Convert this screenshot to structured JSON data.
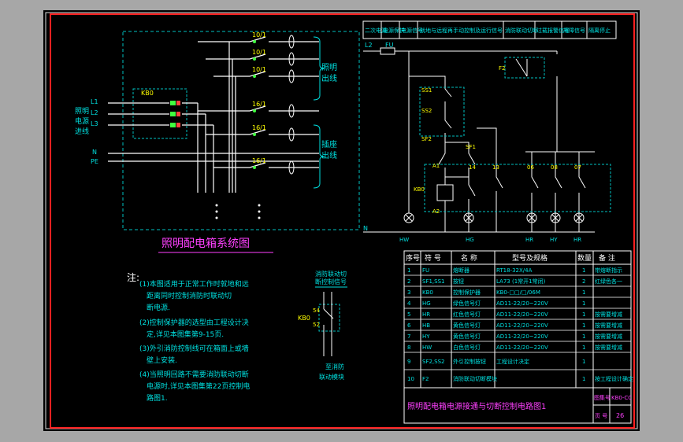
{
  "colors": {
    "background": "#a7a7a7",
    "sheet": "#000000",
    "frame": "#ff2020",
    "wire": "#ffffff",
    "text_cyan": "#00e0e0",
    "label_yellow": "#ffff00",
    "label_green": "#00ff40",
    "title_magenta": "#ff40ff",
    "lamp_green": "#40ff40"
  },
  "left_diagram": {
    "title": "照明配电箱系统图",
    "box_label": "KB0",
    "input_label": "照明电源进线",
    "phases": [
      "L1",
      "L2",
      "L3"
    ],
    "neutral": "N",
    "pe": "PE",
    "breakers": [
      "10/1",
      "10/1",
      "10/1",
      "16/1",
      "16/1",
      "16/1"
    ],
    "group_lighting": "照明出线",
    "group_socket": "插座出线"
  },
  "notes": {
    "heading": "注:",
    "items": [
      "(1)本图适用于正常工作时就地和远",
      "距离同时控制消防时联动切",
      "断电源.",
      "(2)控制保护器的选型由工程设计决",
      "定,详见本图集第9-15页.",
      "(3)外引消防控制线可在箱面上或墙",
      "壁上安装.",
      "(4)当照明回路不需要消防联动切断",
      "电源时,详见本图集第22页控制电",
      "路图1."
    ]
  },
  "fire_link": {
    "title": [
      "消防联动切",
      "断控制信号"
    ],
    "device": "KB0",
    "contacts": [
      "54",
      "52"
    ],
    "destination": [
      "至消防",
      "联动模块"
    ]
  },
  "control_circuit": {
    "header": [
      "二次电源",
      "电源保护",
      "电源信号",
      "就地与远程再手动控制及运行信号",
      "消防联动切断",
      "过载报警信号",
      "故障信号",
      "隔离停止"
    ],
    "supply": "L2",
    "fuse": "FU",
    "neutral": "N",
    "labels": {
      "ss1": "SS1",
      "ss2": "SS2",
      "sf2": "SF2",
      "sf1": "SF1",
      "f2": "F2",
      "kb0": "KB0",
      "a1": "A1",
      "a2": "A2",
      "t14": "14",
      "t13": "13",
      "t06": "06",
      "t08": "08",
      "t07": "07",
      "l_hw": "HW",
      "l_hg": "HG",
      "l_hr": "HR",
      "l_hy": "HY",
      "l_hr2": "HR"
    }
  },
  "parts_table": {
    "headers": [
      "序号",
      "符 号",
      "名 称",
      "型号及规格",
      "数量",
      "备 注"
    ],
    "rows": [
      [
        "1",
        "FU",
        "熔断器",
        "RT18-32X/4A",
        "1",
        "带熔断指示"
      ],
      [
        "2",
        "SF1,SS1",
        "按钮",
        "LA73 (1常开1常闭)",
        "2",
        "红绿色各一"
      ],
      [
        "3",
        "KB0",
        "控制保护器",
        "KB0-□□/□/06M",
        "1",
        ""
      ],
      [
        "4",
        "HG",
        "绿色信号灯",
        "AD11-22/20~220V",
        "1",
        ""
      ],
      [
        "5",
        "HR",
        "红色信号灯",
        "AD11-22/20~220V",
        "1",
        "按需要增减"
      ],
      [
        "6",
        "HB",
        "黄色信号灯",
        "AD11-22/20~220V",
        "1",
        "按需要增减"
      ],
      [
        "7",
        "HY",
        "黄色信号灯",
        "AD11-22/20~220V",
        "1",
        "按需要增减"
      ],
      [
        "8",
        "HW",
        "白色信号灯",
        "AD11-22/20~220V",
        "1",
        "按需要增减"
      ],
      [
        "9",
        "SF2,SS2",
        "外引控制按钮",
        "工程设计决定",
        "1",
        ""
      ],
      [
        "10",
        "F2",
        "消防联动切断模块",
        "",
        "1",
        "按工程设计确定"
      ]
    ]
  },
  "title_block": {
    "drawing_title": "照明配电箱电源接通与切断控制电路图1",
    "atlas_label": "图集号",
    "atlas_value": "KB0-CC",
    "page_label": "页 号",
    "page_value": "26"
  }
}
